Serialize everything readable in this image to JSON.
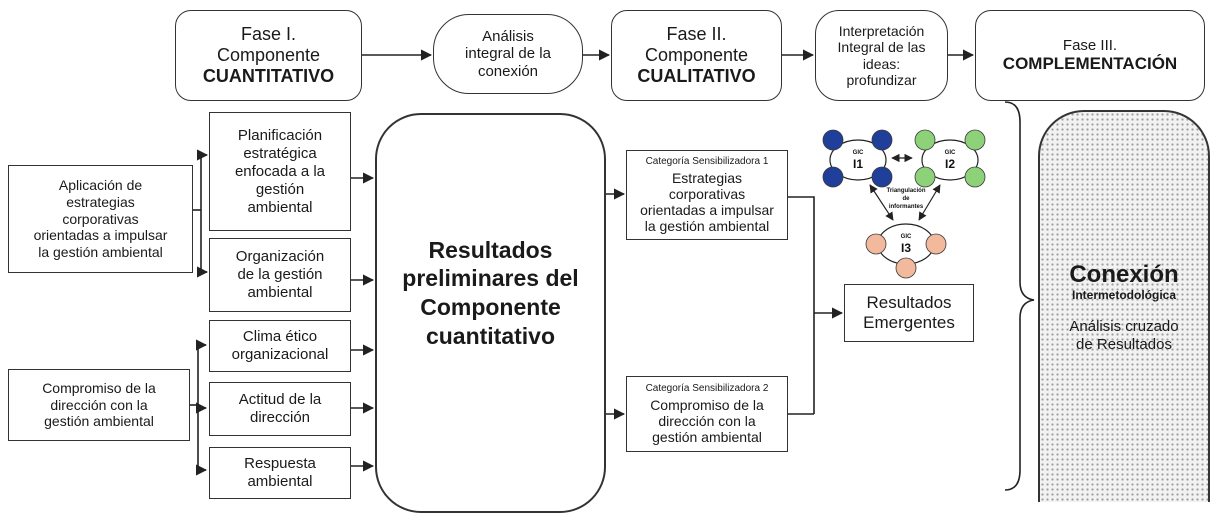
{
  "phases": {
    "phase1": {
      "line1": "Fase I.",
      "line2": "Componente",
      "line3": "CUANTITATIVO"
    },
    "phase2": {
      "line1": "Fase II.",
      "line2": "Componente",
      "line3": "CUALITATIVO"
    },
    "phase3": {
      "line1": "Fase III.",
      "line2": "COMPLEMENTACIÓN"
    }
  },
  "bridges": {
    "analysis": [
      "Análisis",
      "integral de la",
      "conexión"
    ],
    "interpretation": [
      "Interpretación",
      "Integral de las",
      "ideas:",
      "profundizar"
    ]
  },
  "categories_left": {
    "application": [
      "Aplicación de",
      "estrategias",
      "corporativas",
      "orientadas a impulsar",
      "la gestión ambiental"
    ],
    "commitment": [
      "Compromiso de la",
      "dirección con la",
      "gestión ambiental"
    ]
  },
  "dimensions": {
    "planning": [
      "Planificación",
      "estratégica",
      "enfocada a la",
      "gestión",
      "ambiental"
    ],
    "organization": [
      "Organización",
      "de la gestión",
      "ambiental"
    ],
    "climate": [
      "Clima ético",
      "organizacional"
    ],
    "attitude": [
      "Actitud de la",
      "dirección"
    ],
    "response": [
      "Respuesta",
      "ambiental"
    ]
  },
  "preliminary": [
    "Resultados",
    "preliminares del",
    "Componente",
    "cuantitativo"
  ],
  "sensitizing": {
    "cat1": {
      "title": "Categoría Sensibilizadora 1",
      "lines": [
        "Estrategias",
        "corporativas",
        "orientadas a impulsar",
        "la gestión ambiental"
      ]
    },
    "cat2": {
      "title": "Categoría Sensibilizadora 2",
      "lines": [
        "Compromiso de la",
        "dirección con la",
        "gestión ambiental"
      ]
    }
  },
  "emergent": [
    "Resultados",
    "Emergentes"
  ],
  "network": {
    "groups": [
      {
        "tag": "GIC",
        "label": "I1",
        "color": "#1f3f9a"
      },
      {
        "tag": "GIC",
        "label": "I2",
        "color": "#8dd178"
      },
      {
        "tag": "GIC",
        "label": "I3",
        "color": "#f2b99d"
      }
    ],
    "triangulation": [
      "Triangulación",
      "de",
      "informantes"
    ]
  },
  "connection": {
    "title": "Conexión",
    "subtitle": "Intermetodológica",
    "detail": [
      "Análisis cruzado",
      "de Resultados"
    ]
  }
}
